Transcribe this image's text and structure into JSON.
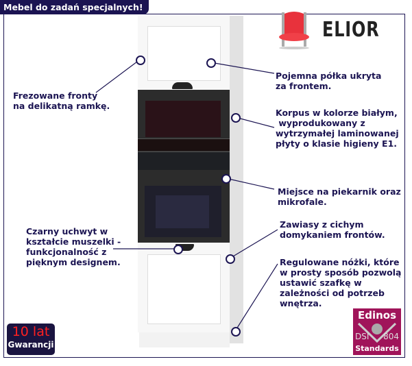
{
  "header": {
    "title": "Mebel do zadań specjalnych!"
  },
  "brand": {
    "name": "ELIOR"
  },
  "features": [
    {
      "text": "Frezowane fronty\nna delikatną ramkę."
    },
    {
      "text": "Pojemna półka ukryta\nza frontem."
    },
    {
      "text": "Korpus w kolorze białym,\n wyprodukowany z\nwytrzymałej laminowanej\npłyty o klasie higieny E1."
    },
    {
      "text": "Miejsce na piekarnik oraz\nmikrofale."
    },
    {
      "text": "Czarny uchwyt w\nkształcie muszelki -\nfunkcjonalność z\npięknym designem."
    },
    {
      "text": "Zawiasy z cichym\ndomykaniem frontów."
    },
    {
      "text": "Regulowane nóżki, które\nw prosty sposób pozwolą\nustawić szafkę w\nzależności od potrzeb\nwnętrza."
    }
  ],
  "warranty": {
    "years": "10 lat",
    "label": "Gwarancji"
  },
  "certificate": {
    "brand": "Edinos",
    "left": "DSI",
    "right": "804",
    "label": "Standards"
  },
  "colors": {
    "navy": "#1b1452",
    "magenta": "#a0145a"
  }
}
